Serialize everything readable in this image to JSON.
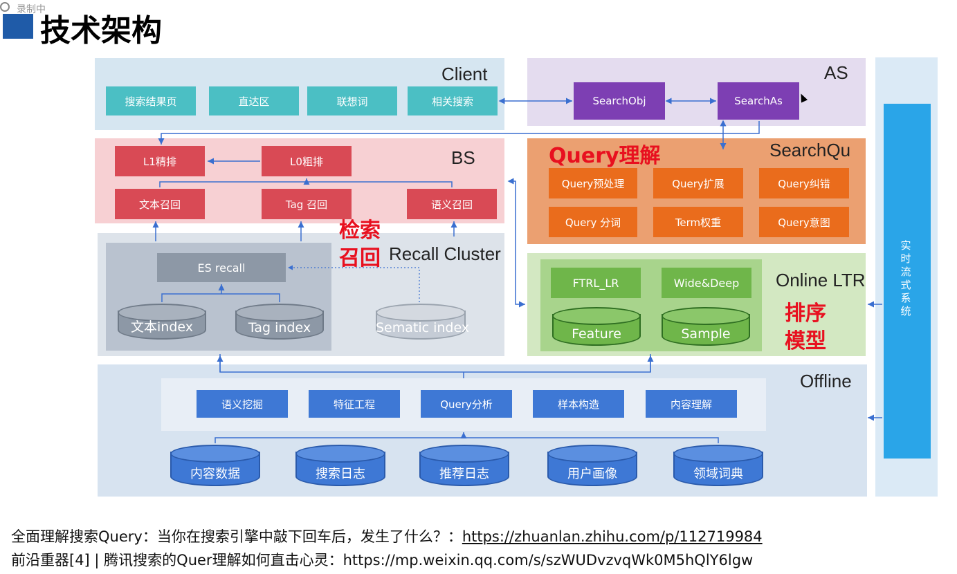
{
  "recording_badge": "录制中",
  "page_title": "技术架构",
  "client": {
    "title": "Client",
    "items": [
      "搜索结果页",
      "直达区",
      "联想词",
      "相关搜索"
    ]
  },
  "as": {
    "title": "AS",
    "items": [
      "SearchObj",
      "SearchAs"
    ]
  },
  "bs": {
    "title": "BS",
    "l1": "L1精排",
    "l0": "L0粗排",
    "recalls": [
      "文本召回",
      "Tag 召回",
      "语义召回"
    ]
  },
  "query": {
    "title_red": "Query理解",
    "title": "SearchQu",
    "items": [
      "Query预处理",
      "Query扩展",
      "Query纠错",
      "Query 分词",
      "Term权重",
      "Query意图"
    ]
  },
  "recall": {
    "red_label_1": "检索",
    "red_label_2": "召回",
    "title": "Recall Cluster",
    "es": "ES recall",
    "indexes": [
      "文本index",
      "Tag index",
      "Sematic index"
    ]
  },
  "ltr": {
    "title": "Online LTR",
    "red_label_1": "排序",
    "red_label_2": "模型",
    "models": [
      "FTRL_LR",
      "Wide&Deep"
    ],
    "stores": [
      "Feature",
      "Sample"
    ]
  },
  "offline": {
    "title": "Offline",
    "tasks": [
      "语义挖掘",
      "特征工程",
      "Query分析",
      "样本构造",
      "内容理解"
    ],
    "sources": [
      "内容数据",
      "搜索日志",
      "推荐日志",
      "用户画像",
      "领域词典"
    ]
  },
  "realtime": {
    "label": "实时流式系统"
  },
  "footer": {
    "line1_text": "全面理解搜索Query：当你在搜索引擎中敲下回车后，发生了什么？：",
    "line1_link": "https://zhuanlan.zhihu.com/p/112719984",
    "line2": "前沿重器[4] | 腾讯搜索的Quer理解如何直击心灵：https://mp.weixin.qq.com/s/szWUDvzvqWk0M5hQlY6lgw"
  },
  "colors": {
    "client_bg": "#d6e6f1",
    "teal": "#4bbfc4",
    "as_bg": "#e4dcef",
    "purple": "#7d3fb3",
    "bs_bg": "#f7d0d3",
    "bs_red": "#d94a55",
    "query_bg": "#eba071",
    "orange": "#ea6c1c",
    "recall_bg": "#dde3ea",
    "recall_inner": "#b9c2cf",
    "ltr_bg": "#d3e8c2",
    "green": "#6fb64a",
    "offline_bg": "#d7e3f0",
    "blue": "#3e78d5",
    "realtime_bg": "#dbeaf6",
    "realtime_bar": "#2aa5e8"
  }
}
